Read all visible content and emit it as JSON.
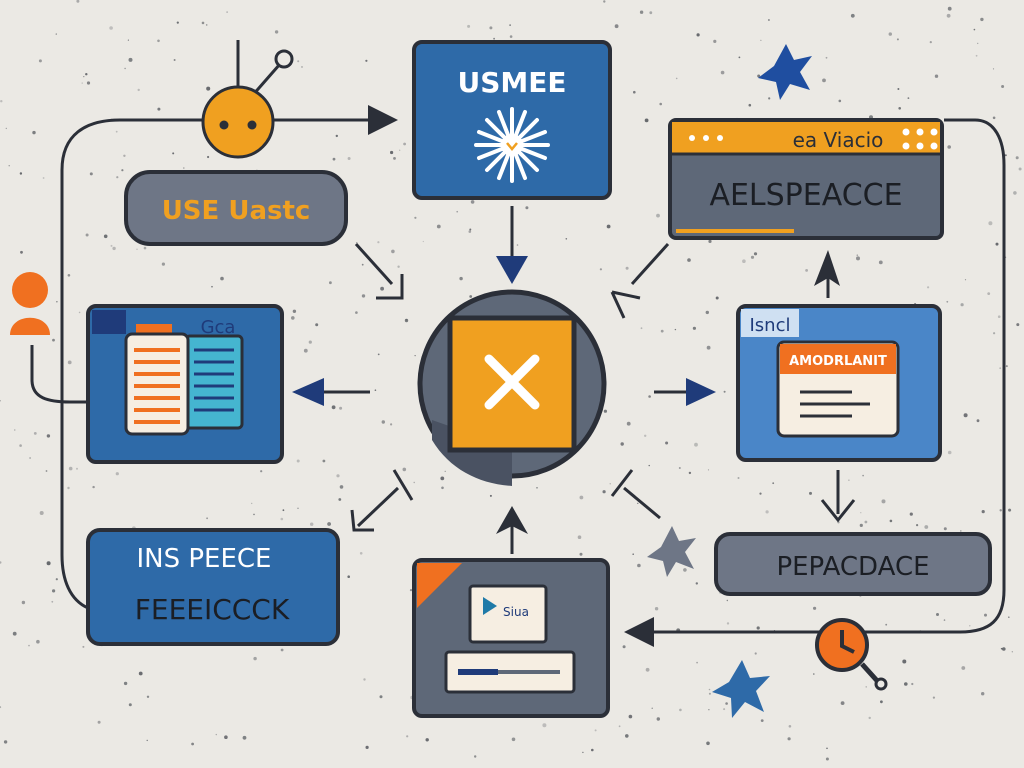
{
  "colors": {
    "background": "#ebe9e4",
    "outline": "#2b2f38",
    "blue": "#2e6aa8",
    "light_blue": "#4a86c8",
    "navy": "#1f3b7a",
    "orange": "#f0a020",
    "deep_orange": "#f07020",
    "slate": "#5e6878",
    "gray_slate": "#6e7686",
    "cream": "#f6eee2",
    "cyan": "#45b5d0"
  },
  "icons": {
    "robot": "robot-icon",
    "person": "person-icon",
    "gear": "gear-icon",
    "close": "close-icon",
    "clock": "clock-icon",
    "star": "star-icon",
    "document": "document-icon",
    "window": "window-icon"
  },
  "nodes": {
    "top_center_title": "USMEE",
    "top_left_pill": "USE Uastc",
    "top_right_bar": "ea Viacio",
    "top_right_title": "AELSPEACCE",
    "mid_left_tag": "Gca",
    "mid_right_tab": "Isncl",
    "mid_right_banner": "AMODRLANIT",
    "bottom_left_line1": "INS PEECE",
    "bottom_left_line2": "FEEEICCCK",
    "bottom_right_title": "PEPACDACE",
    "bottom_center_badge": "Siua"
  }
}
